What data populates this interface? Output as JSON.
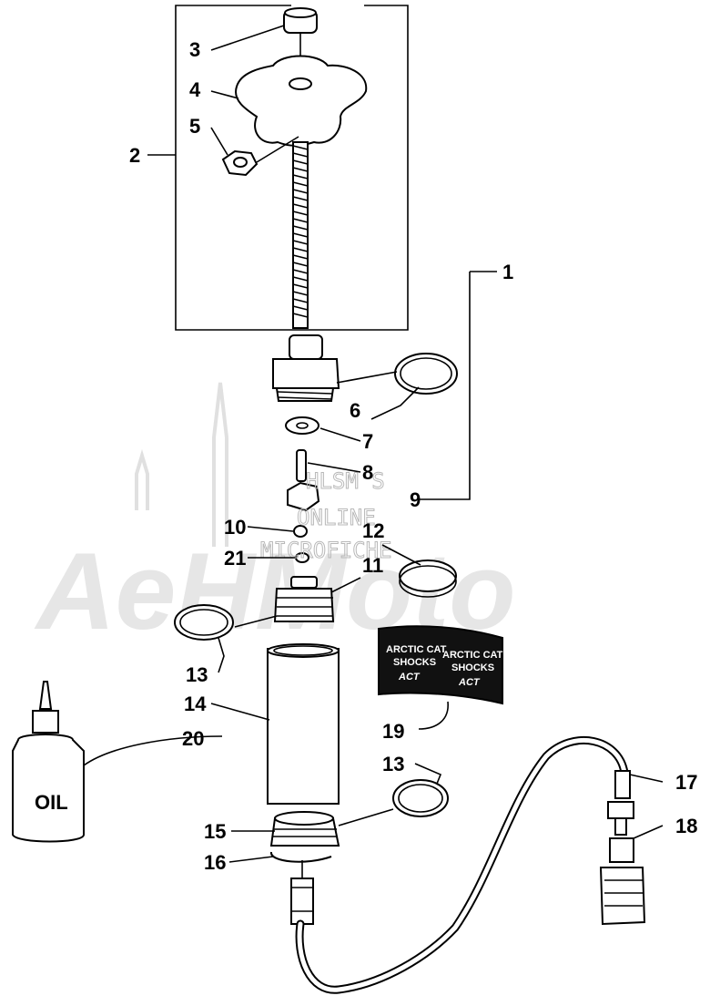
{
  "watermark": {
    "line1": "HLSM'S",
    "line2": "ONLINE",
    "line3": "MICROFICHE",
    "logo": "AeHMoto"
  },
  "decal": {
    "left_line1": "ARCTIC CAT",
    "left_line2": "SHOCKS",
    "left_logo": "ACT",
    "right_line1": "ARCTIC CAT",
    "right_line2": "SHOCKS",
    "right_logo": "ACT"
  },
  "bottle_label": "OIL",
  "callouts": {
    "c1": "1",
    "c2": "2",
    "c3": "3",
    "c4": "4",
    "c5": "5",
    "c6": "6",
    "c7": "7",
    "c8": "8",
    "c9": "9",
    "c10": "10",
    "c11": "11",
    "c12": "12",
    "c13a": "13",
    "c13b": "13",
    "c14": "14",
    "c15": "15",
    "c16": "16",
    "c17": "17",
    "c18": "18",
    "c19": "19",
    "c20": "20",
    "c21": "21"
  }
}
